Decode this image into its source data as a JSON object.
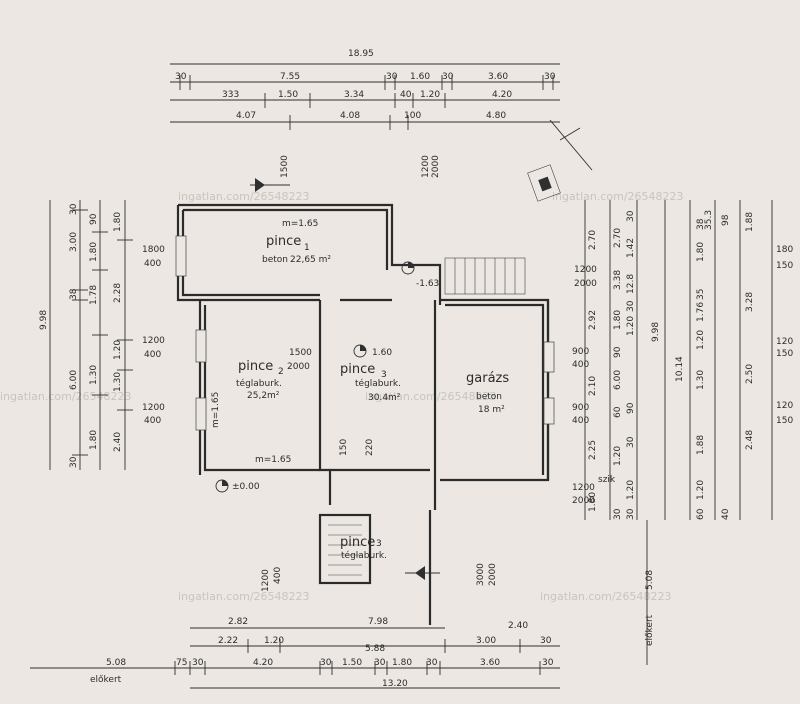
{
  "watermark": "ingatlan.com/26548223",
  "rooms": {
    "pince1": {
      "name": "pince",
      "num": "1",
      "floor": "beton",
      "area": "22,65 m²",
      "height": "m=1.65"
    },
    "pince2": {
      "name": "pince",
      "num": "2",
      "floor": "téglaburk.",
      "area": "25,2m²",
      "height": "m=1.65",
      "height2": "m=1.65"
    },
    "pince3": {
      "name": "pince",
      "num": "3",
      "floor": "téglaburk.",
      "area": "30.4m²"
    },
    "garazs": {
      "name": "garázs",
      "floor": "beton",
      "area": "18 m²"
    }
  },
  "levels": {
    "l1": "1.60",
    "l2": "-1.63",
    "l3": "±0.00"
  },
  "labels": {
    "elokert_bottom": "előkert",
    "elokert_right": "előkert",
    "elokert_right_dim": "5.08",
    "szik": "szik"
  },
  "top_dims": {
    "overall": "18.95",
    "row1": [
      "30",
      "7.55",
      "30",
      "1.60",
      "30",
      "3.60",
      "30"
    ],
    "row2": [
      "333",
      "1.50",
      "3.34",
      "40",
      "1.20",
      "4.20"
    ],
    "row3": [
      "4.07",
      "4.08",
      "100",
      "4.80"
    ]
  },
  "bottom_dims": {
    "row1": [
      "2.82",
      "7.98"
    ],
    "row2": [
      "2.22",
      "1.20",
      "5.88",
      "3.00",
      "2.40",
      "30"
    ],
    "row3": [
      "5.08",
      "75",
      "30",
      "4.20",
      "30",
      "1.50",
      "30",
      "1.80",
      "30",
      "3.60",
      "30"
    ],
    "overall": "13.20"
  },
  "left_dims": {
    "outer": "9.98",
    "col1": [
      "30",
      "3.00",
      "38",
      "6.00",
      "30"
    ],
    "col2": [
      "90",
      "1.80",
      "1.78",
      "1.30",
      "1.80"
    ],
    "col3": [
      "1.80",
      "2.28",
      "1.20",
      "1.30",
      "2.40"
    ]
  },
  "openings": {
    "w1": [
      "1800",
      "400"
    ],
    "w2": [
      "1200",
      "400"
    ],
    "w3": [
      "1200",
      "400"
    ],
    "d1": [
      "1500",
      "2000"
    ],
    "t1": [
      "1200",
      "2000"
    ],
    "t2": [
      "1500"
    ],
    "g1": [
      "1200",
      "2000"
    ],
    "g2": [
      "900",
      "400"
    ],
    "g3": [
      "900",
      "400"
    ],
    "g4": [
      "1200",
      "2000"
    ],
    "b1": [
      "1200",
      "400"
    ],
    "b2": [
      "3000",
      "2000"
    ],
    "inner": [
      "150",
      "220"
    ]
  },
  "right_dims": {
    "c1": [
      "2.70",
      "2.92",
      "2.10",
      "2.25",
      "1.80"
    ],
    "c2": [
      "2.70",
      "3.38",
      "1.80",
      "90",
      "6.00",
      "60",
      "1.20",
      "30"
    ],
    "c3": [
      "30",
      "1.42",
      "12.8",
      "30",
      "1.20",
      "90",
      "30",
      "1.20",
      "30"
    ],
    "c4": [
      "9.98",
      "10.14"
    ],
    "c5": [
      "38",
      "35.3",
      "1.80",
      "35",
      "1.76",
      "1.20",
      "1.30",
      "1.88",
      "1.20",
      "60"
    ],
    "c6": [
      "98",
      "1.88",
      "3.28",
      "2.50",
      "2.48",
      "40"
    ],
    "c7": [
      "180",
      "150",
      "120",
      "150",
      "120",
      "150"
    ]
  }
}
